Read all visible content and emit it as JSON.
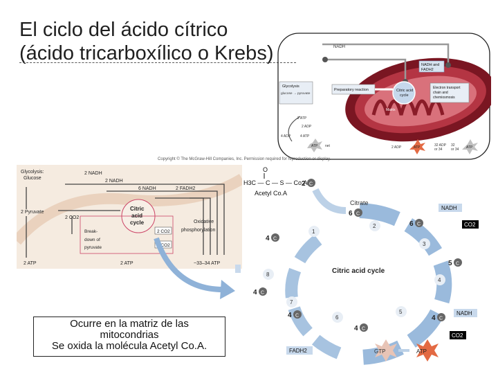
{
  "slide": {
    "title_line1": "El ciclo del ácido cítrico",
    "title_line2": "(ácido tricarboxílico o Krebs)",
    "note_line1": "Ocurre en la matriz de las",
    "note_line2": "mitocondrias",
    "note_line3": "Se oxida la molécula Acetyl Co.A."
  },
  "copyright": "Copyright © The McGraw-Hill Companies, Inc. Permission required for reproduction or display.",
  "mito": {
    "nadh": "NADH",
    "nadh_fadh2_1": "NADH and",
    "nadh_fadh2_2": "FADH2",
    "glycolysis": "Glycolysis",
    "glucose_pyruvate": "glucose → pyruvate",
    "prep": "Preparatory reaction",
    "citric_1": "Citric acid",
    "citric_2": "cycle",
    "matrix": "Matrix",
    "etc_1": "Electron transport",
    "etc_2": "chain and",
    "etc_3": "chemiosmosis",
    "atp2": "2 ATP",
    "adp2": "2 ADP",
    "adp4": "4 ADP",
    "atp4": "4 ATP",
    "net": "net",
    "adp2b": "2 ADP",
    "adp32_1": "32 ADP",
    "adp32_2": "or 34",
    "n32_1": "32",
    "n32_2": "or 34",
    "atp": "ATP"
  },
  "left": {
    "glycolysis": "Glycolysis:",
    "glucose": "Glucose",
    "nadh2a": "2 NADH",
    "nadh2b": "2 NADH",
    "nadh6": "6 NADH",
    "fadh2": "2 FADH2",
    "pyruvate": "2 Pyruvate",
    "co2a": "2 CO2",
    "citric_1": "Citric",
    "citric_2": "acid",
    "citric_3": "cycle",
    "co2b": "2 CO2",
    "co2c": "2 CO2",
    "oxid_1": "Oxidative",
    "oxid_2": "phosphorylation",
    "break_1": "Break-",
    "break_2": "down of",
    "break_3": "pyruvate",
    "atp2a": "2 ATP",
    "atp2b": "2 ATP",
    "atp3334": "~33–34 ATP"
  },
  "cycle": {
    "acetyl_formula_o": "O",
    "acetyl_formula": "H3C — C — S — Co.A",
    "acetyl_name": "Acetyl Co.A",
    "citrate": "Citrate",
    "cycle_name": "Citric acid cycle",
    "nadh": "NADH",
    "co2": "CO2",
    "gtp": "GTP",
    "atp": "ATP",
    "fadh2": "FADH2",
    "c": "C",
    "n2": "2",
    "n6": "6",
    "n5": "5",
    "n4": "4",
    "s1": "1",
    "s2": "2",
    "s3": "3",
    "s4": "4",
    "s5": "5",
    "s6": "6",
    "s7": "7",
    "s8": "8"
  },
  "colors": {
    "arrow_blue": "#8fb2d8",
    "arrow_light": "#d6e5f2",
    "carbon_grey": "#666666",
    "nadh_box": "#c8d9ec",
    "co2_box": "#000000",
    "atp_burst": "#e36a43",
    "mito_red": "#8e1f2a"
  }
}
